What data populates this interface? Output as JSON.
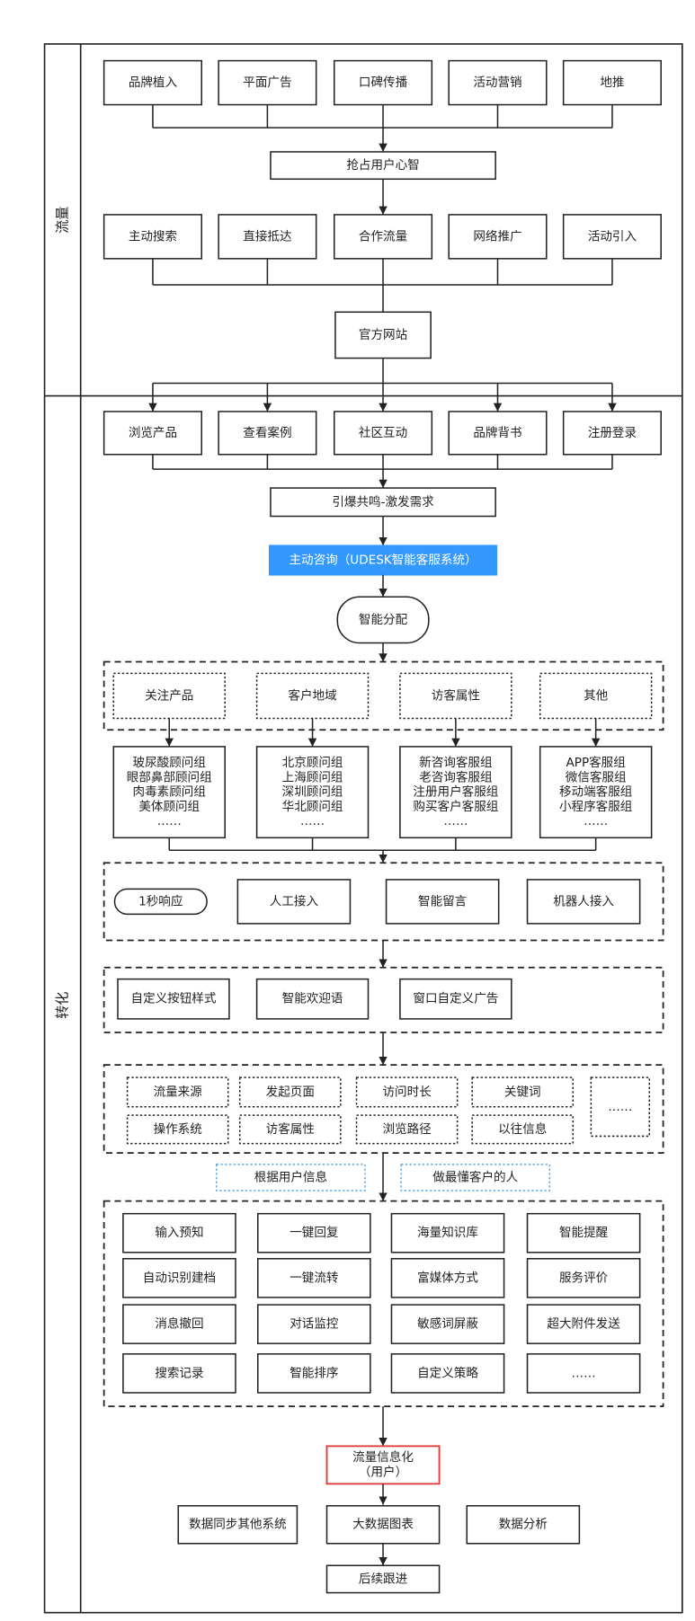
{
  "lanes": {
    "traffic": "流量",
    "conversion": "转化"
  },
  "traffic": {
    "channels": [
      "品牌植入",
      "平面广告",
      "口碑传播",
      "活动营销",
      "地推"
    ],
    "mindshare": "抢占用户心智",
    "entries": [
      "主动搜索",
      "直接抵达",
      "合作流量",
      "网络推广",
      "活动引入"
    ],
    "website": "官方网站"
  },
  "conversion": {
    "actions": [
      "浏览产品",
      "查看案例",
      "社区互动",
      "品牌背书",
      "注册登录"
    ],
    "resonance": "引爆共鸣-激发需求",
    "consult": "主动咨询（UDESK智能客服系统）",
    "dispatch": "智能分配",
    "routing_criteria": [
      "关注产品",
      "客户地域",
      "访客属性",
      "其他"
    ],
    "routing_groups": [
      [
        "玻尿酸顾问组",
        "眼部鼻部顾问组",
        "肉毒素顾问组",
        "美体顾问组",
        "……"
      ],
      [
        "北京顾问组",
        "上海顾问组",
        "深圳顾问组",
        "华北顾问组",
        "……"
      ],
      [
        "新咨询客服组",
        "老咨询客服组",
        "注册用户客服组",
        "购买客户客服组",
        "……"
      ],
      [
        "APP客服组",
        "微信客服组",
        "移动端客服组",
        "小程序客服组",
        "……"
      ]
    ],
    "response": {
      "badge": "1秒响应",
      "modes": [
        "人工接入",
        "智能留言",
        "机器人接入"
      ]
    },
    "customization": [
      "自定义按钮样式",
      "智能欢迎语",
      "窗口自定义广告"
    ],
    "visitor_info": {
      "tags": [
        [
          "流量来源",
          "发起页面",
          "访问时长",
          "关键词"
        ],
        [
          "操作系统",
          "访客属性",
          "浏览路径",
          "以往信息"
        ]
      ],
      "more": "……"
    },
    "notes": [
      "根据用户信息",
      "做最懂客户的人"
    ],
    "features": [
      [
        "输入预知",
        "一键回复",
        "海量知识库",
        "智能提醒"
      ],
      [
        "自动识别建档",
        "一键流转",
        "富媒体方式",
        "服务评价"
      ],
      [
        "消息撤回",
        "对话监控",
        "敏感词屏蔽",
        "超大附件发送"
      ],
      [
        "搜索记录",
        "智能排序",
        "自定义策略",
        "……"
      ]
    ],
    "result": {
      "line1": "流量信息化",
      "line2": "（用户）"
    },
    "outputs": [
      "数据同步其他系统",
      "大数据图表",
      "数据分析"
    ],
    "follow_up": "后续跟进"
  },
  "colors": {
    "line": "#222222",
    "accent": "#3399ff",
    "highlight": "#e03a3a",
    "note": "#5aaae6"
  }
}
